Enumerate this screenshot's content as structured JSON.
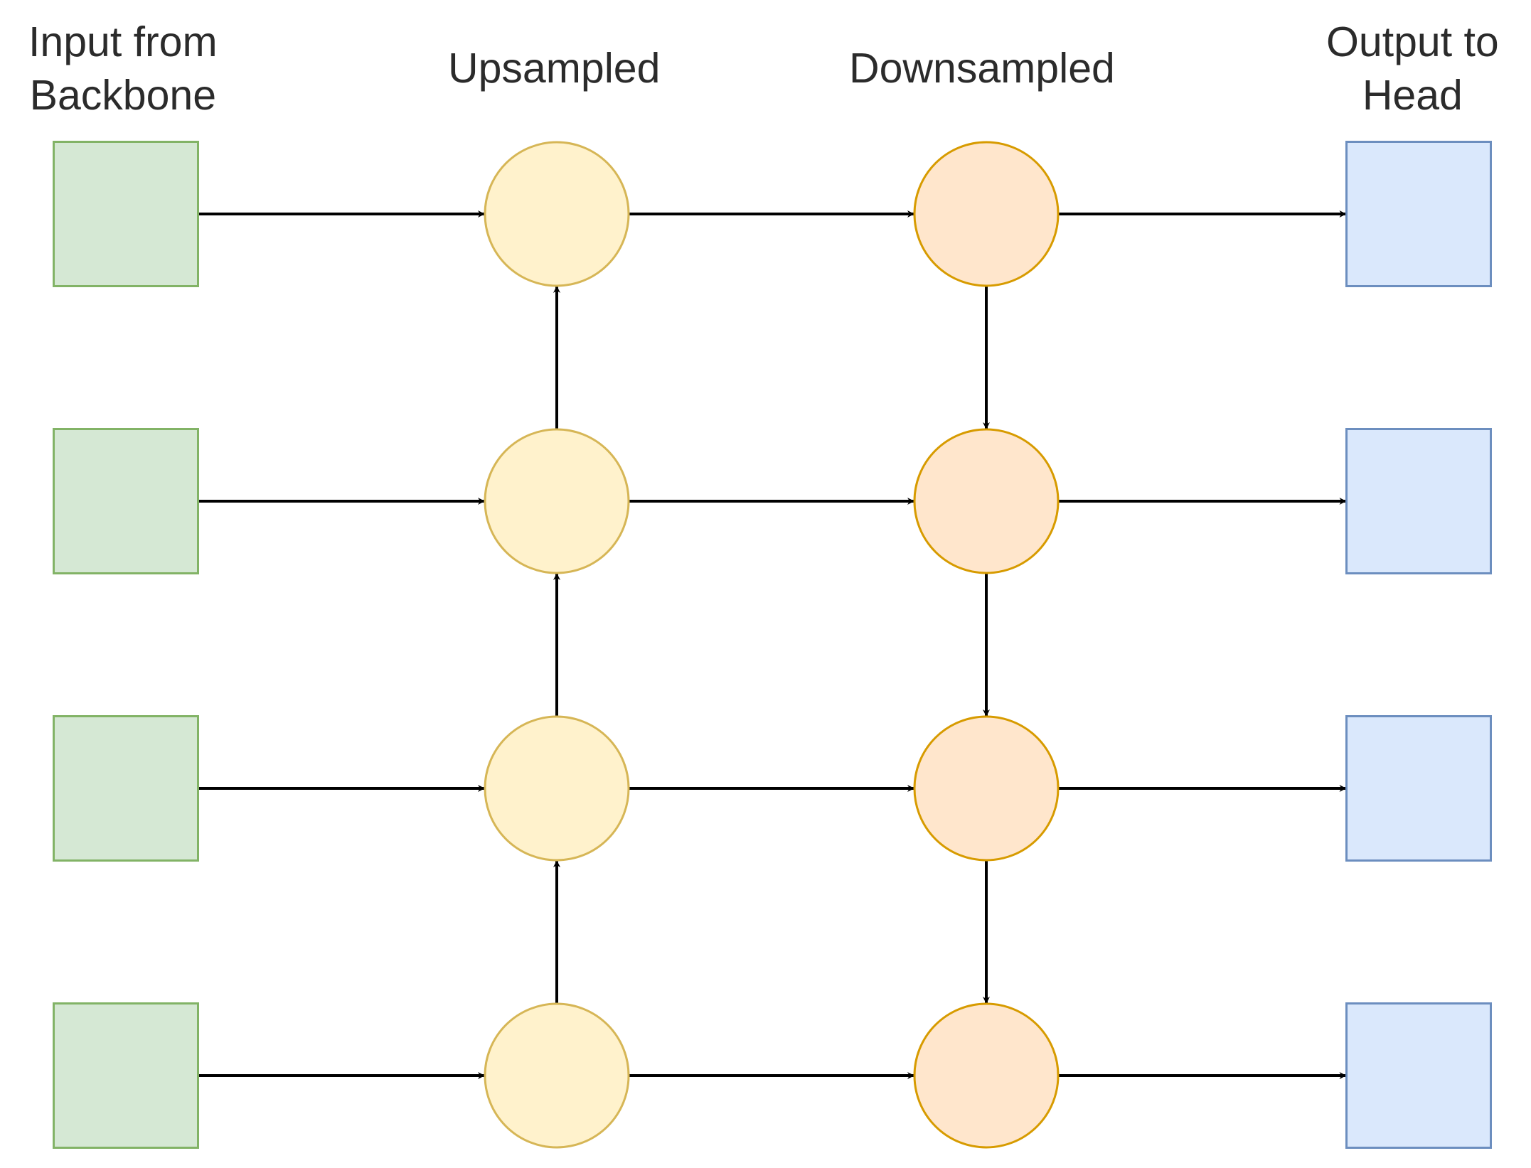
{
  "columns": {
    "input": {
      "line1": "Input from",
      "line2": "Backbone"
    },
    "upsampled": {
      "label": "Upsampled"
    },
    "downsampled": {
      "label": "Downsampled"
    },
    "output": {
      "line1": "Output to",
      "line2": "Head"
    }
  },
  "rows": 4,
  "colors": {
    "input_fill": "#d5e8d4",
    "input_stroke": "#82b366",
    "upsampled_fill": "#fff2cc",
    "upsampled_stroke": "#d6b656",
    "downsampled_fill": "#ffe6cc",
    "downsampled_stroke": "#d79b00",
    "output_fill": "#dae8fc",
    "output_stroke": "#6c8ebf",
    "arrow": "#000000"
  }
}
